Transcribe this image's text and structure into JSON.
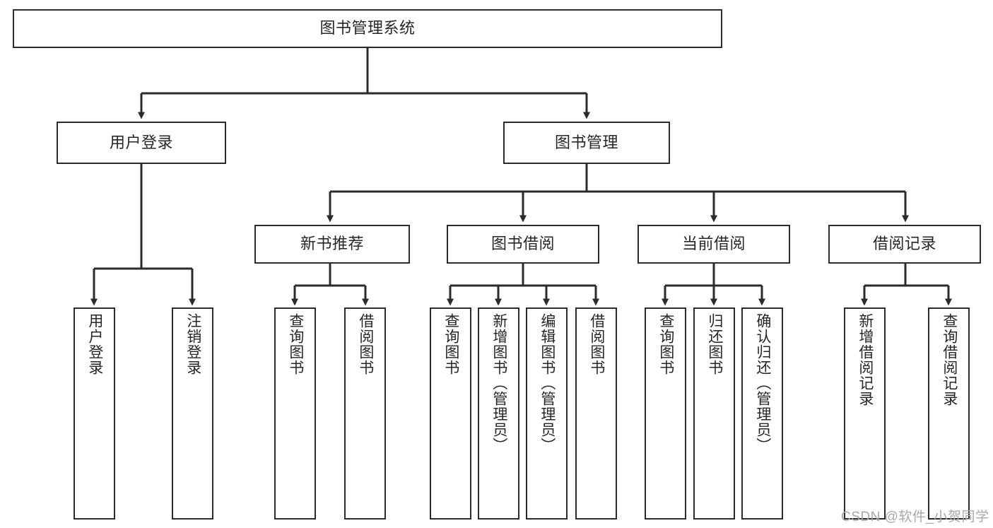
{
  "diagram": {
    "type": "tree-hierarchy",
    "title": "图书管理系统",
    "root": {
      "label": "图书管理系统"
    },
    "level1": [
      {
        "label": "用户登录"
      },
      {
        "label": "图书管理"
      }
    ],
    "level2": [
      {
        "label": "新书推荐"
      },
      {
        "label": "图书借阅"
      },
      {
        "label": "当前借阅"
      },
      {
        "label": "借阅记录"
      }
    ],
    "leaves": {
      "user_login": [
        {
          "label": "用户登录"
        },
        {
          "label": "注销登录"
        }
      ],
      "new_book_recommend": [
        {
          "label": "查询图书"
        },
        {
          "label": "借阅图书"
        }
      ],
      "book_borrow": [
        {
          "label": "查询图书"
        },
        {
          "label": "新增图书（管理员）"
        },
        {
          "label": "编辑图书（管理员）"
        },
        {
          "label": "借阅图书"
        }
      ],
      "current_borrow": [
        {
          "label": "查询图书"
        },
        {
          "label": "归还图书"
        },
        {
          "label": "确认归还（管理员）"
        }
      ],
      "borrow_record": [
        {
          "label": "新增借阅记录"
        },
        {
          "label": "查询借阅记录"
        }
      ]
    }
  },
  "watermark": {
    "text": "CSDN @软件_小贺同学"
  },
  "colors": {
    "border": "#2b2b2b",
    "text": "#262626",
    "background": "#ffffff",
    "edge": "#2b2b2b",
    "watermark": "#a8a8a8"
  }
}
